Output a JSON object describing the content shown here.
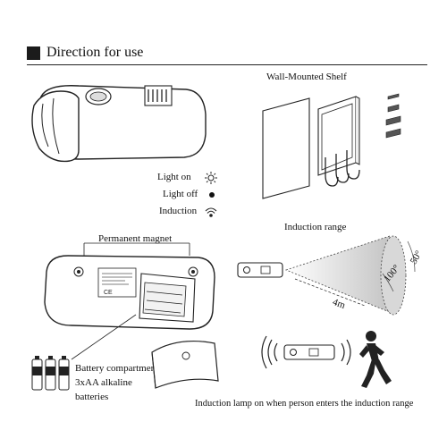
{
  "header": {
    "title": "Direction for use"
  },
  "labels": {
    "shelf": "Wall-Mounted Shelf",
    "light_on": "Light on",
    "light_off": "Light off",
    "induction": "Induction",
    "induction_range": "Induction range",
    "magnet": "Permanent magnet",
    "battery_line1": "Battery compartment",
    "battery_line2": "3xAA alkaline",
    "battery_line3": "batteries",
    "angle_50": "50°",
    "angle_100": "100°",
    "distance": "4m",
    "caption": "Induction lamp on when person enters the induction range",
    "product_label": "CE"
  },
  "icons": {
    "light_on": "sun-icon",
    "light_off": "dot-icon",
    "induction": "signal-icon"
  },
  "colors": {
    "ink": "#222222",
    "header_square": "#1b1b1b"
  }
}
